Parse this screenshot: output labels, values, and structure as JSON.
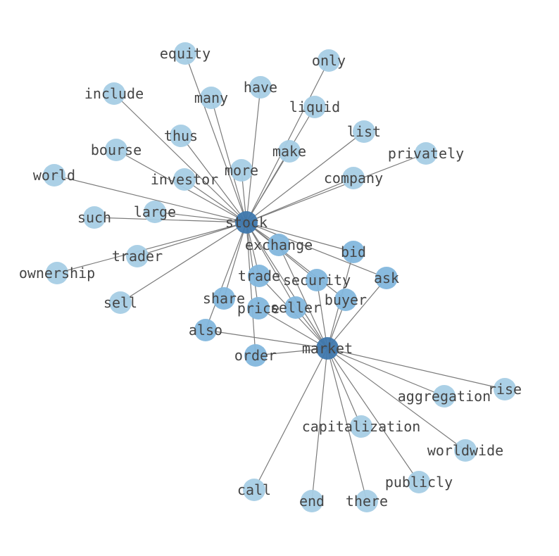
{
  "colors": {
    "node_light": "#a6cde5",
    "node_mid": "#83b7dd",
    "node_hub": "#3f78ad",
    "edge": "#7a7a7a",
    "text": "#454545"
  },
  "nodes": [
    {
      "id": "stock",
      "label": "stock",
      "tier": "hub"
    },
    {
      "id": "market",
      "label": "market",
      "tier": "hub"
    },
    {
      "id": "equity",
      "label": "equity",
      "tier": "light"
    },
    {
      "id": "only",
      "label": "only",
      "tier": "light"
    },
    {
      "id": "have",
      "label": "have",
      "tier": "light"
    },
    {
      "id": "include",
      "label": "include",
      "tier": "light"
    },
    {
      "id": "many",
      "label": "many",
      "tier": "light"
    },
    {
      "id": "liquid",
      "label": "liquid",
      "tier": "light"
    },
    {
      "id": "list",
      "label": "list",
      "tier": "light"
    },
    {
      "id": "thus",
      "label": "thus",
      "tier": "light"
    },
    {
      "id": "bourse",
      "label": "bourse",
      "tier": "light"
    },
    {
      "id": "make",
      "label": "make",
      "tier": "light"
    },
    {
      "id": "privately",
      "label": "privately",
      "tier": "light"
    },
    {
      "id": "more",
      "label": "more",
      "tier": "light"
    },
    {
      "id": "world",
      "label": "world",
      "tier": "light"
    },
    {
      "id": "investor",
      "label": "investor",
      "tier": "light"
    },
    {
      "id": "company",
      "label": "company",
      "tier": "light"
    },
    {
      "id": "such",
      "label": "such",
      "tier": "light"
    },
    {
      "id": "large",
      "label": "large",
      "tier": "light"
    },
    {
      "id": "exchange",
      "label": "exchange",
      "tier": "mid"
    },
    {
      "id": "bid",
      "label": "bid",
      "tier": "mid"
    },
    {
      "id": "trader",
      "label": "trader",
      "tier": "light"
    },
    {
      "id": "ownership",
      "label": "ownership",
      "tier": "light"
    },
    {
      "id": "trade",
      "label": "trade",
      "tier": "mid"
    },
    {
      "id": "security",
      "label": "security",
      "tier": "mid"
    },
    {
      "id": "ask",
      "label": "ask",
      "tier": "mid"
    },
    {
      "id": "sell",
      "label": "sell",
      "tier": "light"
    },
    {
      "id": "share",
      "label": "share",
      "tier": "mid"
    },
    {
      "id": "buyer",
      "label": "buyer",
      "tier": "mid"
    },
    {
      "id": "price",
      "label": "price",
      "tier": "mid"
    },
    {
      "id": "seller",
      "label": "seller",
      "tier": "mid"
    },
    {
      "id": "also",
      "label": "also",
      "tier": "mid"
    },
    {
      "id": "order",
      "label": "order",
      "tier": "mid"
    },
    {
      "id": "rise",
      "label": "rise",
      "tier": "light"
    },
    {
      "id": "aggregation",
      "label": "aggregation",
      "tier": "light"
    },
    {
      "id": "capitalization",
      "label": "capitalization",
      "tier": "light"
    },
    {
      "id": "worldwide",
      "label": "worldwide",
      "tier": "light"
    },
    {
      "id": "publicly",
      "label": "publicly",
      "tier": "light"
    },
    {
      "id": "call",
      "label": "call",
      "tier": "light"
    },
    {
      "id": "end",
      "label": "end",
      "tier": "light"
    },
    {
      "id": "there",
      "label": "there",
      "tier": "light"
    }
  ],
  "edges": [
    [
      "stock",
      "equity"
    ],
    [
      "stock",
      "only"
    ],
    [
      "stock",
      "have"
    ],
    [
      "stock",
      "include"
    ],
    [
      "stock",
      "many"
    ],
    [
      "stock",
      "liquid"
    ],
    [
      "stock",
      "list"
    ],
    [
      "stock",
      "thus"
    ],
    [
      "stock",
      "bourse"
    ],
    [
      "stock",
      "make"
    ],
    [
      "stock",
      "privately"
    ],
    [
      "stock",
      "more"
    ],
    [
      "stock",
      "world"
    ],
    [
      "stock",
      "investor"
    ],
    [
      "stock",
      "company"
    ],
    [
      "stock",
      "such"
    ],
    [
      "stock",
      "large"
    ],
    [
      "stock",
      "exchange"
    ],
    [
      "stock",
      "bid"
    ],
    [
      "stock",
      "trader"
    ],
    [
      "stock",
      "ownership"
    ],
    [
      "stock",
      "trade"
    ],
    [
      "stock",
      "security"
    ],
    [
      "stock",
      "ask"
    ],
    [
      "stock",
      "sell"
    ],
    [
      "stock",
      "share"
    ],
    [
      "stock",
      "buyer"
    ],
    [
      "stock",
      "price"
    ],
    [
      "stock",
      "seller"
    ],
    [
      "stock",
      "also"
    ],
    [
      "stock",
      "order"
    ],
    [
      "stock",
      "market"
    ],
    [
      "market",
      "exchange"
    ],
    [
      "market",
      "bid"
    ],
    [
      "market",
      "trade"
    ],
    [
      "market",
      "security"
    ],
    [
      "market",
      "ask"
    ],
    [
      "market",
      "buyer"
    ],
    [
      "market",
      "price"
    ],
    [
      "market",
      "seller"
    ],
    [
      "market",
      "also"
    ],
    [
      "market",
      "order"
    ],
    [
      "market",
      "rise"
    ],
    [
      "market",
      "aggregation"
    ],
    [
      "market",
      "capitalization"
    ],
    [
      "market",
      "worldwide"
    ],
    [
      "market",
      "publicly"
    ],
    [
      "market",
      "call"
    ],
    [
      "market",
      "end"
    ],
    [
      "market",
      "there"
    ]
  ]
}
